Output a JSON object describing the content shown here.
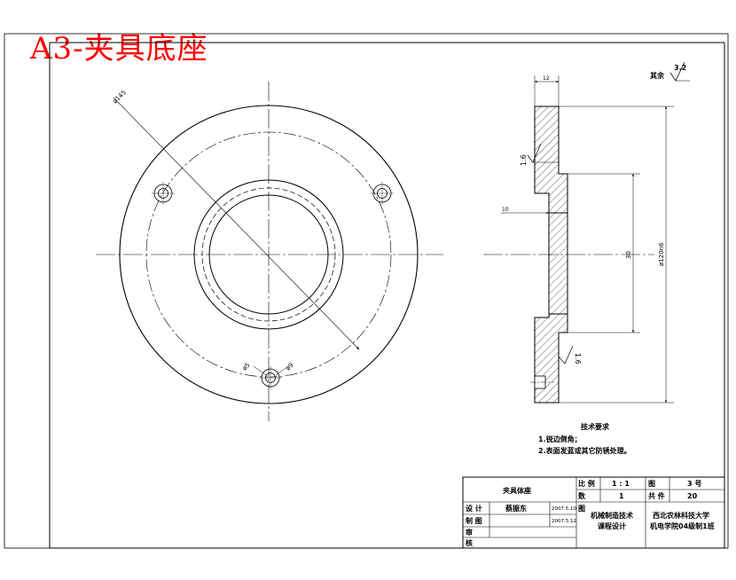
{
  "sheet": {
    "title": "A3-夹具底座"
  },
  "front_view": {
    "dim_pcd": "ø145",
    "dim_hole_counterbore": "ø5",
    "dim_hole": "ø9"
  },
  "section_view": {
    "dim_thickness": "12",
    "dim_step": "10",
    "dim_inner": "30",
    "dim_outer": "ø120n6",
    "roughness_upper": "1.6",
    "roughness_lower": "1.6"
  },
  "surface_finish": {
    "label": "其余",
    "value": "3.2"
  },
  "tech_requirements": {
    "heading": "技术要求",
    "items": [
      "1.锐边倒角；",
      "2.表面发蓝或其它防锈处理。"
    ]
  },
  "title_block": {
    "part_name": "夹具体座",
    "scale_label": "比 例",
    "scale_value": "1 : 1",
    "drawing_no_label": "图",
    "drawing_no_value": "3 号",
    "quantity_label": "数",
    "quantity_value": "1",
    "sheet_label": "共 件",
    "sheet_value": "20",
    "designed_label": "设 计",
    "designer_name": "蔡振东",
    "designed_date": "2007.5.10",
    "drawn_label": "制 图",
    "drawn_date": "2007.5.12",
    "checked_label": "审",
    "approved_label": "核",
    "project_label": "图",
    "course_line1": "机械制造技术",
    "course_line2": "课程设计",
    "school_line1": "西北农林科技大学",
    "school_line2": "机电学院04级制1班"
  }
}
